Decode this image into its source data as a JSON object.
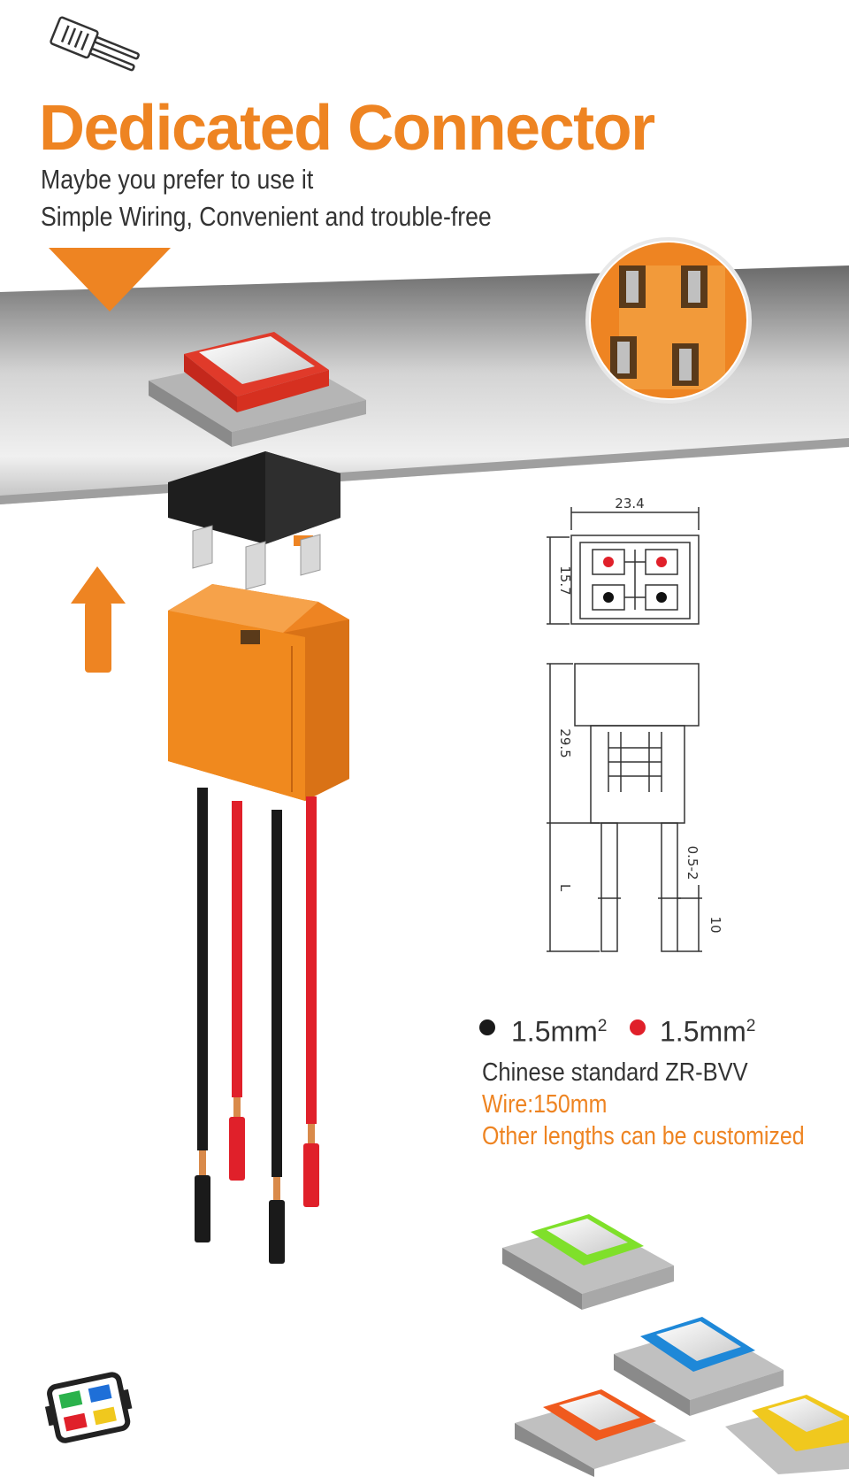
{
  "header": {
    "title": "Dedicated Connector",
    "subtitle_line1": "Maybe you prefer to use it",
    "subtitle_line2": "Simple Wiring, Convenient and trouble-free"
  },
  "diagram": {
    "dim_width": "23.4",
    "dim_height": "15.7",
    "dim_body_length": "29.5",
    "dim_strip": "0.5-2",
    "dim_terminal": "10",
    "dim_wire_length": "L"
  },
  "specs": {
    "black_wire_size": "1.5mm",
    "black_wire_sup": "2",
    "red_wire_size": "1.5mm",
    "red_wire_sup": "2",
    "standard": "Chinese standard ZR-BVV",
    "wire_length": "Wire:150mm",
    "custom_note": "Other lengths can be customized"
  },
  "colors": {
    "accent_orange": "#ee8422",
    "wire_red": "#e0202a",
    "wire_black": "#1a1a1a",
    "switch_red": "#e03a2a",
    "switch_green": "#7fe02a",
    "switch_blue": "#1e88d8",
    "switch_orange": "#f05a1e",
    "switch_yellow": "#f0c81e"
  },
  "icons": [
    "connector-outline-icon",
    "arrow-down-icon",
    "arrow-up-icon",
    "brand-logo-icon",
    "black-dot-icon",
    "red-dot-icon"
  ]
}
